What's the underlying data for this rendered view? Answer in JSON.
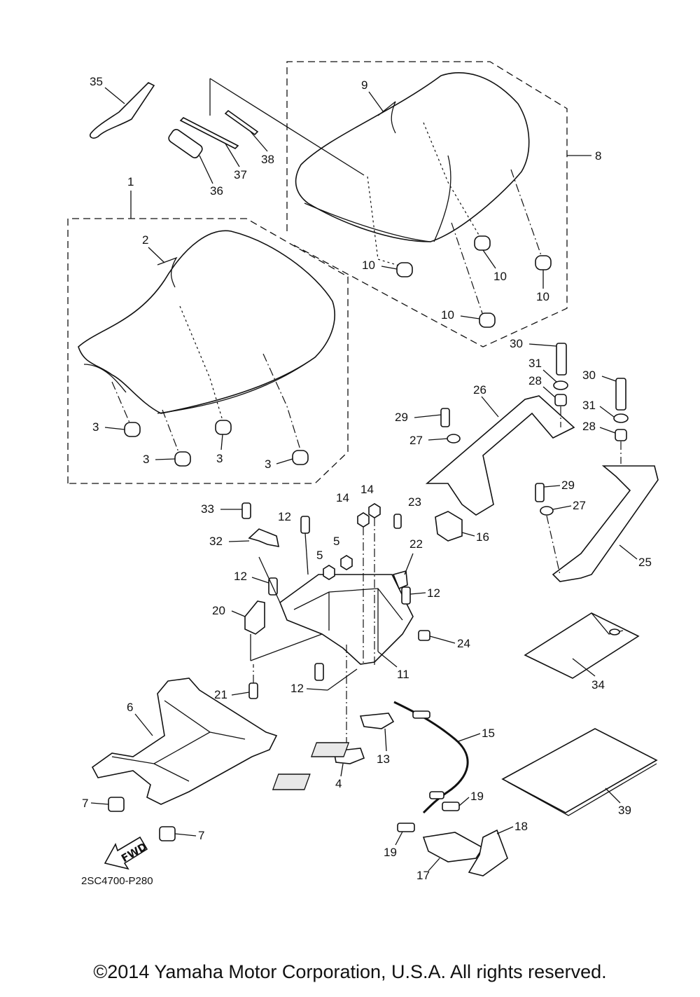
{
  "diagram_code": "2SC4700-P280",
  "fwd_label": "FWD",
  "copyright": "©2014 Yamaha Motor Corporation, U.S.A. All rights reserved.",
  "callouts": {
    "c1": "1",
    "c2": "2",
    "c3a": "3",
    "c3b": "3",
    "c3c": "3",
    "c3d": "3",
    "c4": "4",
    "c5a": "5",
    "c5b": "5",
    "c6": "6",
    "c7a": "7",
    "c7b": "7",
    "c8": "8",
    "c9": "9",
    "c10a": "10",
    "c10b": "10",
    "c10c": "10",
    "c10d": "10",
    "c11": "11",
    "c12a": "12",
    "c12b": "12",
    "c12c": "12",
    "c12d": "12",
    "c13": "13",
    "c14a": "14",
    "c14b": "14",
    "c15": "15",
    "c16": "16",
    "c17": "17",
    "c18": "18",
    "c19a": "19",
    "c19b": "19",
    "c20": "20",
    "c21": "21",
    "c22": "22",
    "c23": "23",
    "c24": "24",
    "c25": "25",
    "c26": "26",
    "c27a": "27",
    "c27b": "27",
    "c28a": "28",
    "c28b": "28",
    "c29a": "29",
    "c29b": "29",
    "c30a": "30",
    "c30b": "30",
    "c31a": "31",
    "c31b": "31",
    "c32": "32",
    "c33": "33",
    "c34": "34",
    "c35": "35",
    "c36": "36",
    "c37": "37",
    "c38": "38",
    "c39": "39"
  }
}
